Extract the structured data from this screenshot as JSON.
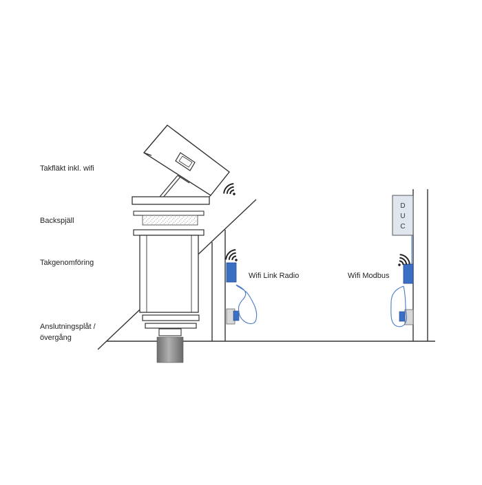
{
  "labels": {
    "roof_fan": "Takfläkt inkl. wifi",
    "backdraft_damper": "Backspjäll",
    "roof_penetration": "Takgenomföring",
    "connection_plate_1": "Anslutningsplåt /",
    "connection_plate_2": "övergång",
    "wifi_link_radio": "Wifi Link Radio",
    "wifi_modbus": "Wifi Modbus"
  },
  "duc_letters": [
    "D",
    "U",
    "C"
  ],
  "colors": {
    "line": "#333333",
    "device_blue": "#3b6fc4",
    "cable_blue": "#4a78c8",
    "duc_fill": "#dfe6ee",
    "grey_duct": "#8c8c8c"
  },
  "icons": {
    "wifi_signal": "wifi-signal-icon"
  }
}
